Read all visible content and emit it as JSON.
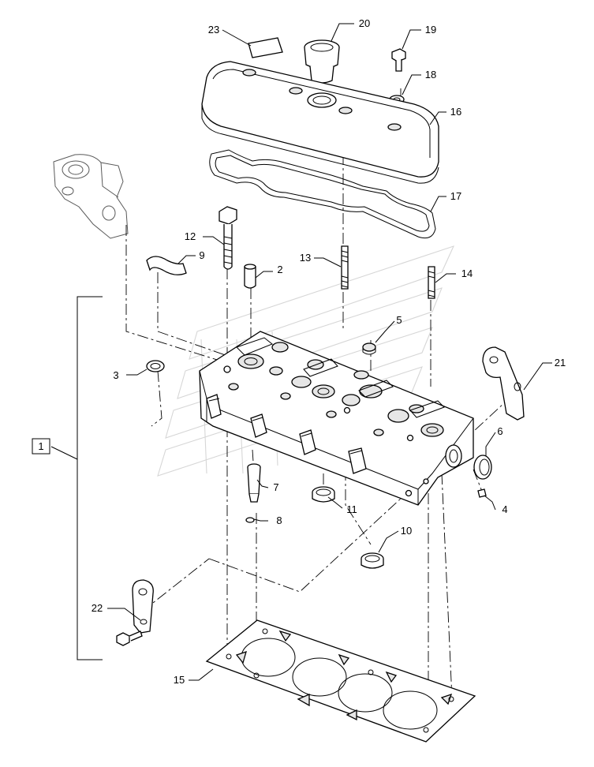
{
  "diagram": {
    "callouts": [
      {
        "id": "c1",
        "label": "1"
      },
      {
        "id": "c2",
        "label": "2"
      },
      {
        "id": "c3",
        "label": "3"
      },
      {
        "id": "c4",
        "label": "4"
      },
      {
        "id": "c5",
        "label": "5"
      },
      {
        "id": "c6",
        "label": "6"
      },
      {
        "id": "c7",
        "label": "7"
      },
      {
        "id": "c8",
        "label": "8"
      },
      {
        "id": "c9",
        "label": "9"
      },
      {
        "id": "c10",
        "label": "10"
      },
      {
        "id": "c11",
        "label": "11"
      },
      {
        "id": "c12",
        "label": "12"
      },
      {
        "id": "c13",
        "label": "13"
      },
      {
        "id": "c14",
        "label": "14"
      },
      {
        "id": "c15",
        "label": "15"
      },
      {
        "id": "c16",
        "label": "16"
      },
      {
        "id": "c17",
        "label": "17"
      },
      {
        "id": "c18",
        "label": "18"
      },
      {
        "id": "c19",
        "label": "19"
      },
      {
        "id": "c20",
        "label": "20"
      },
      {
        "id": "c21",
        "label": "21"
      },
      {
        "id": "c22",
        "label": "22"
      },
      {
        "id": "c23",
        "label": "23"
      }
    ],
    "colors": {
      "line": "#000000",
      "ghost": "#b5b5b5",
      "fill": "#ffffff",
      "shade": "#e6e6e6"
    }
  }
}
